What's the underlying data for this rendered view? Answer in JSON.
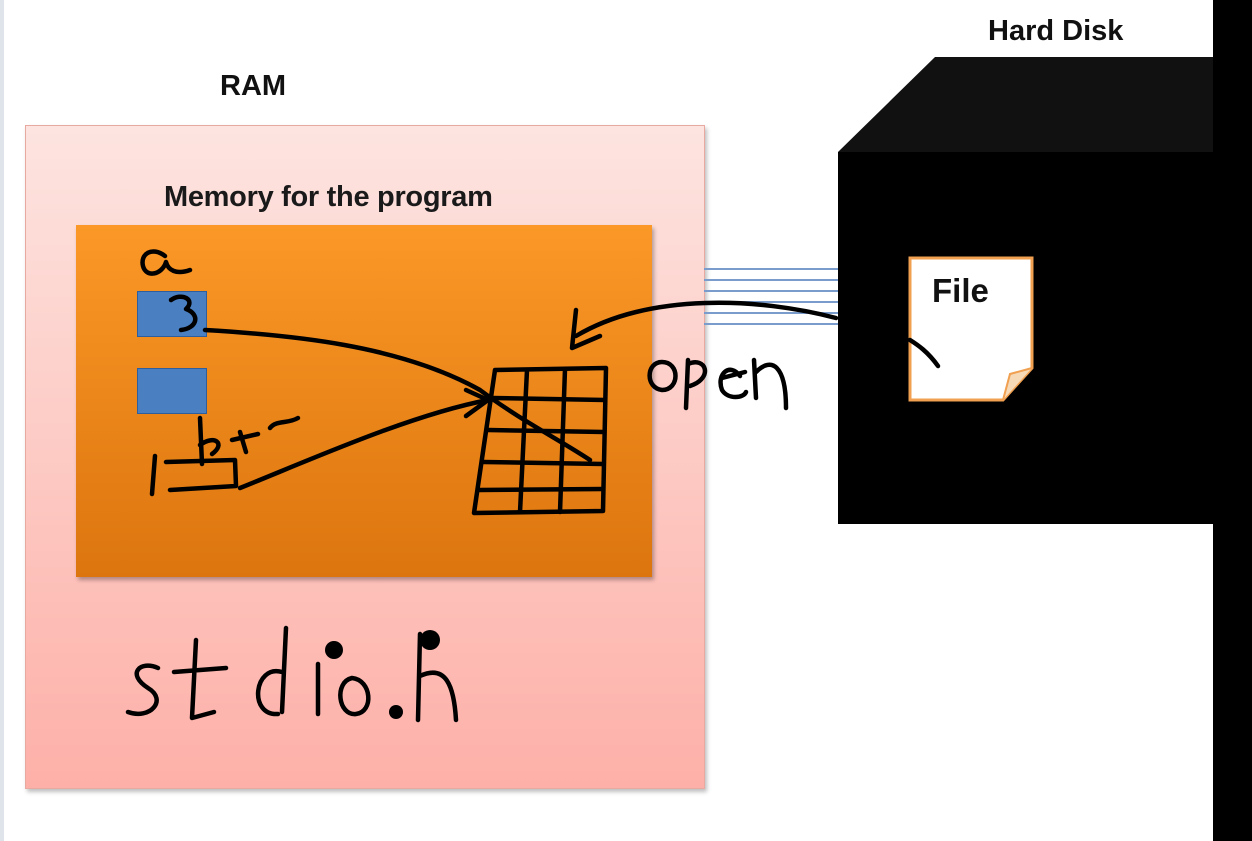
{
  "labels": {
    "ram": "RAM",
    "hard_disk": "Hard Disk",
    "program_memory": "Memory for the program",
    "file": "File"
  },
  "colors": {
    "ram_fill": "#fdc8c2",
    "program_fill": "#f08a1d",
    "cell_fill": "#4a7fc2",
    "disk_fill": "#000000",
    "file_fill": "#ffffff",
    "file_border": "#f0a050",
    "bus_lines": "#7a9ccc",
    "ink": "#000000"
  },
  "icons": {
    "hard_disk": "cube-icon",
    "file": "document-icon"
  }
}
